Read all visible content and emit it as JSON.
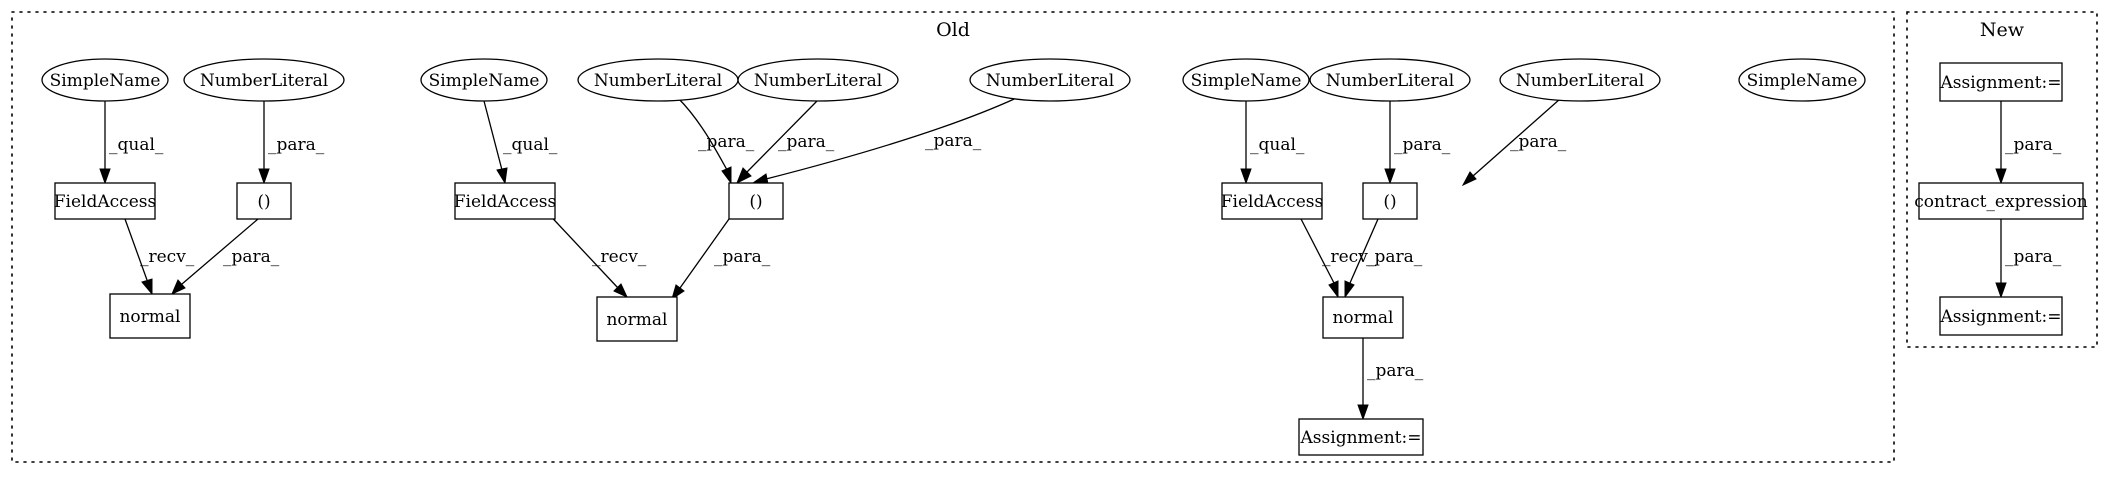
{
  "clusters": {
    "old": {
      "title": "Old"
    },
    "new": {
      "title": "New"
    }
  },
  "nodes": {
    "sn1": "SimpleName",
    "nl1": "NumberLiteral",
    "fa1": "FieldAccess",
    "paren1": "()",
    "normal1": "normal",
    "sn2": "SimpleName",
    "nl2": "NumberLiteral",
    "nl3": "NumberLiteral",
    "nl4": "NumberLiteral",
    "fa2": "FieldAccess",
    "paren2": "()",
    "normal2": "normal",
    "sn3": "SimpleName",
    "nl5": "NumberLiteral",
    "nl6": "NumberLiteral",
    "sn4": "SimpleName",
    "fa3": "FieldAccess",
    "paren3": "()",
    "normal3": "normal",
    "assign_old": "Assignment:=",
    "assign_new1": "Assignment:=",
    "contract": "contract_expression",
    "assign_new2": "Assignment:="
  },
  "edges": {
    "e_sn1_fa1": "_qual_",
    "e_nl1_p1": "_para_",
    "e_fa1_n1": "_recv_",
    "e_p1_n1": "_para_",
    "e_sn2_fa2": "_qual_",
    "e_nl2_p2": "_para_",
    "e_nl3_p2": "_para_",
    "e_nl4_p2": "_para_",
    "e_fa2_n2": "_recv_",
    "e_p2_n2": "_para_",
    "e_sn3_fa3": "_qual_",
    "e_nl5_p3": "_para_",
    "e_nl6_p3": "_para_",
    "e_fa3_n3": "_recv_",
    "e_p3_n3": "_para_",
    "e_n3_assign": "_para_",
    "e_a1_contract": "_para_",
    "e_contract_a2": "_para_"
  }
}
